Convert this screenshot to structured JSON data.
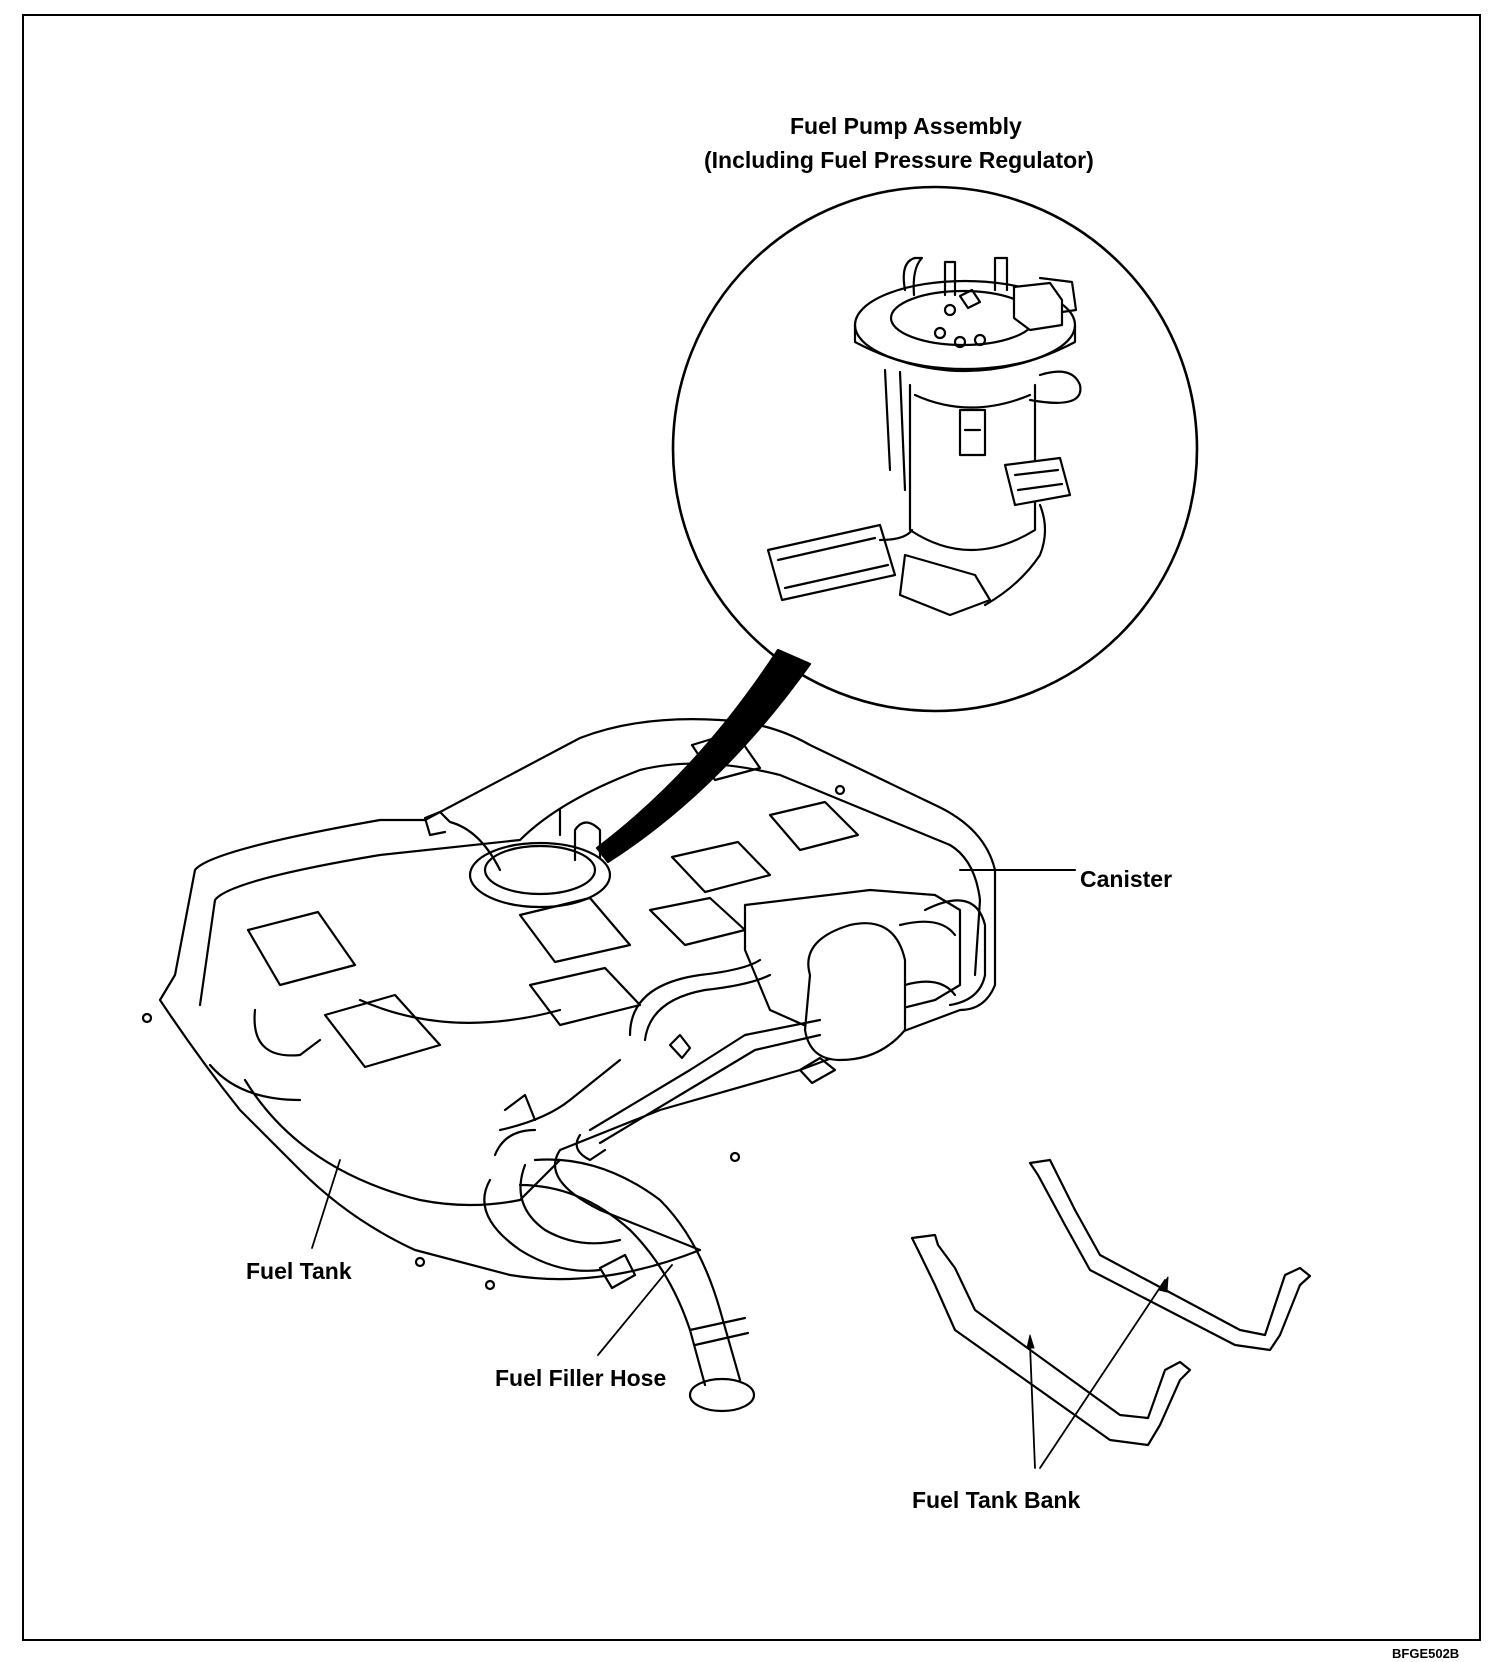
{
  "labels": {
    "pump_line1": "Fuel Pump Assembly",
    "pump_line2": "(Including Fuel Pressure Regulator)",
    "canister": "Canister",
    "fuel_tank": "Fuel Tank",
    "fuel_filler_hose": "Fuel Filler Hose",
    "fuel_tank_bank": "Fuel Tank Bank"
  },
  "figure_code": "BFGE502B"
}
